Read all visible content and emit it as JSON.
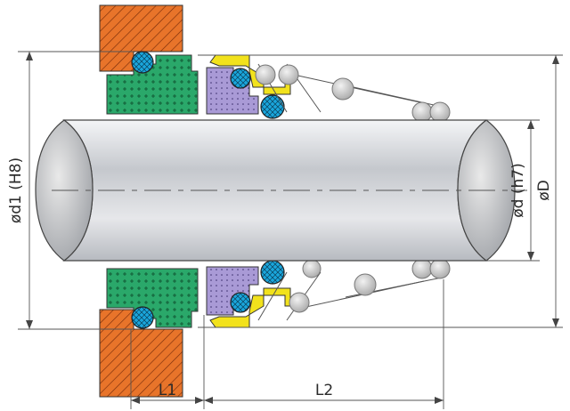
{
  "labels": {
    "d1": "ød1 (H8)",
    "d": "ød (h7)",
    "D": "øD",
    "L1": "L1",
    "L2": "L2"
  },
  "colors": {
    "housing": "#e8742a",
    "seat": "#2aa86a",
    "ring_face": "#a99ad6",
    "oring": "#1aa6dc",
    "retainer": "#f2e21c",
    "spring": "#cfcfcf",
    "shaft": "#d6d8dc"
  },
  "icons": {
    "hatch": "diagonal-hatch-pattern",
    "cross": "cross-hatch-pattern",
    "oring": "crossed-circle"
  }
}
